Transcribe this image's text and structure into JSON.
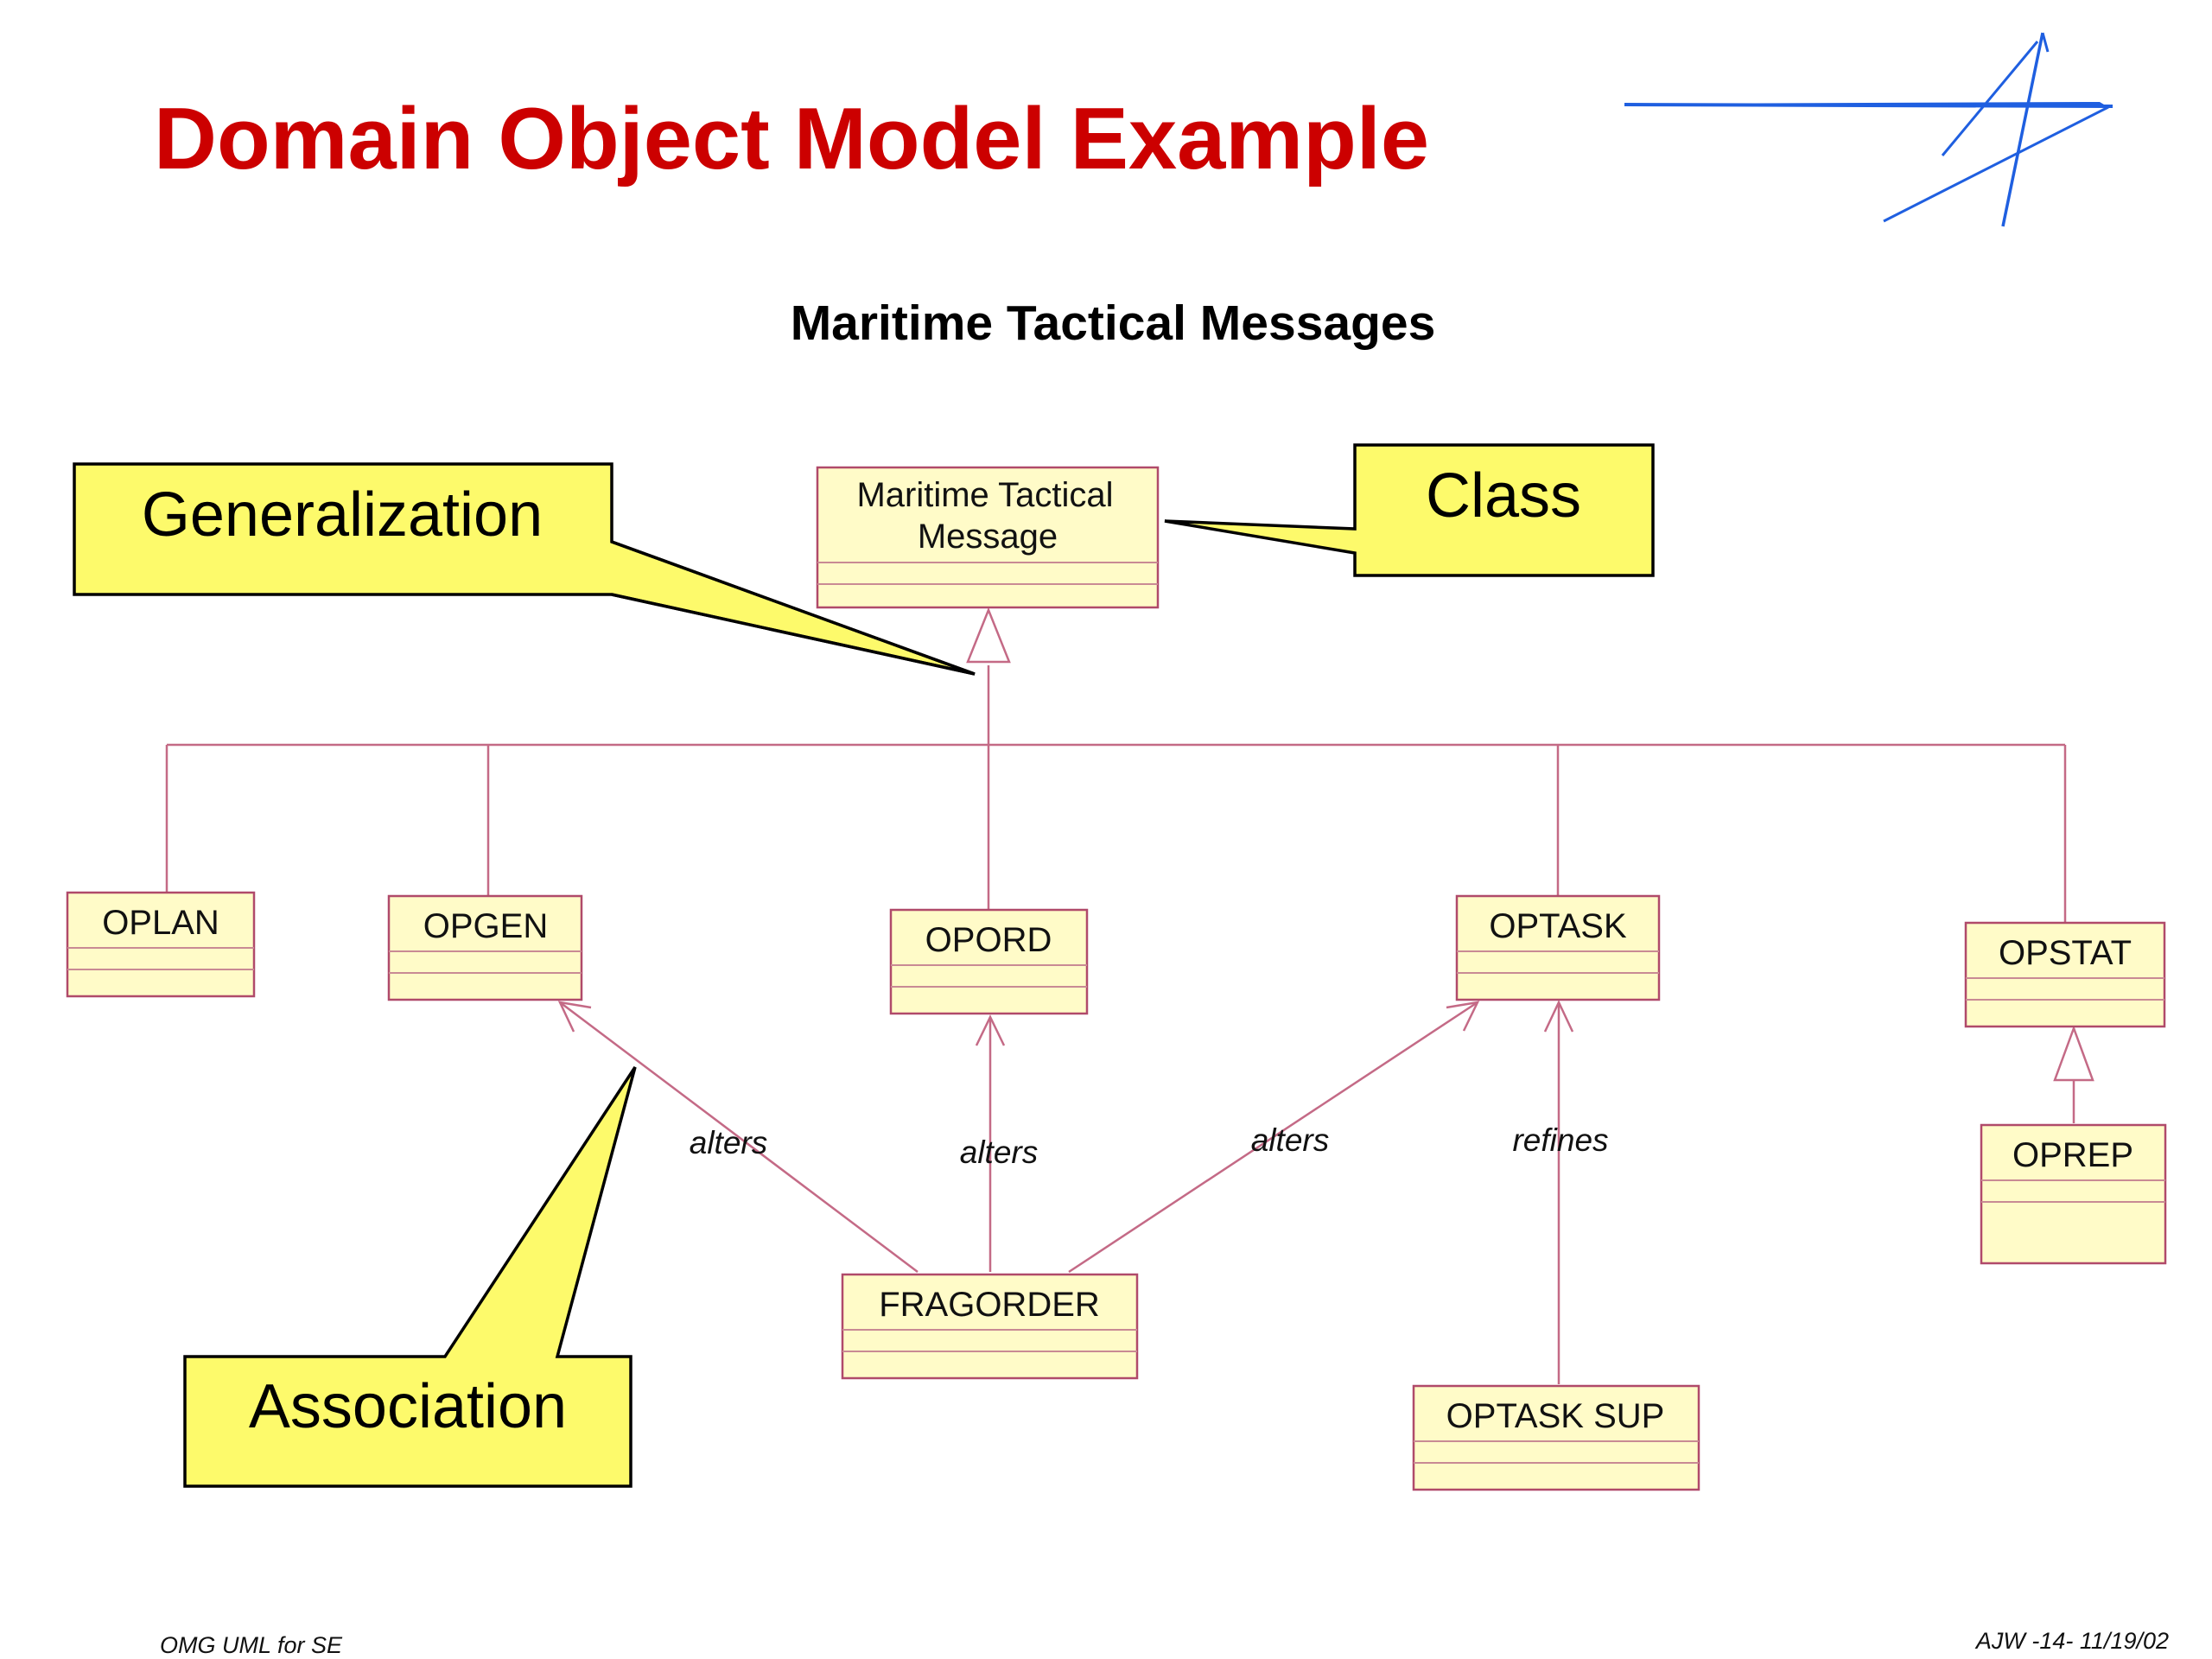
{
  "title": "Domain Object Model Example",
  "subtitle": "Maritime Tactical Messages",
  "classes": {
    "mtm_line1": "Maritime Tactical",
    "mtm_line2": "Message",
    "oplan": "OPLAN",
    "opgen": "OPGEN",
    "opord": "OPORD",
    "optask": "OPTASK",
    "opstat": "OPSTAT",
    "oprep": "OPREP",
    "fragorder": "FRAGORDER",
    "optask_sup": "OPTASK SUP"
  },
  "callouts": {
    "generalization": "Generalization",
    "class": "Class",
    "association": "Association"
  },
  "associations": {
    "alters1": "alters",
    "alters2": "alters",
    "alters3": "alters",
    "refines": "refines"
  },
  "footer": {
    "left": "OMG UML for SE",
    "right": "AJW -14- 11/19/02"
  },
  "colors": {
    "title": "#cc0000",
    "class_fill": "#fffbc8",
    "class_border": "#b04a6a",
    "callout_fill": "#fdfa6b",
    "logo": "#1f5fe0"
  },
  "logo_icon": "star-swoosh-icon"
}
